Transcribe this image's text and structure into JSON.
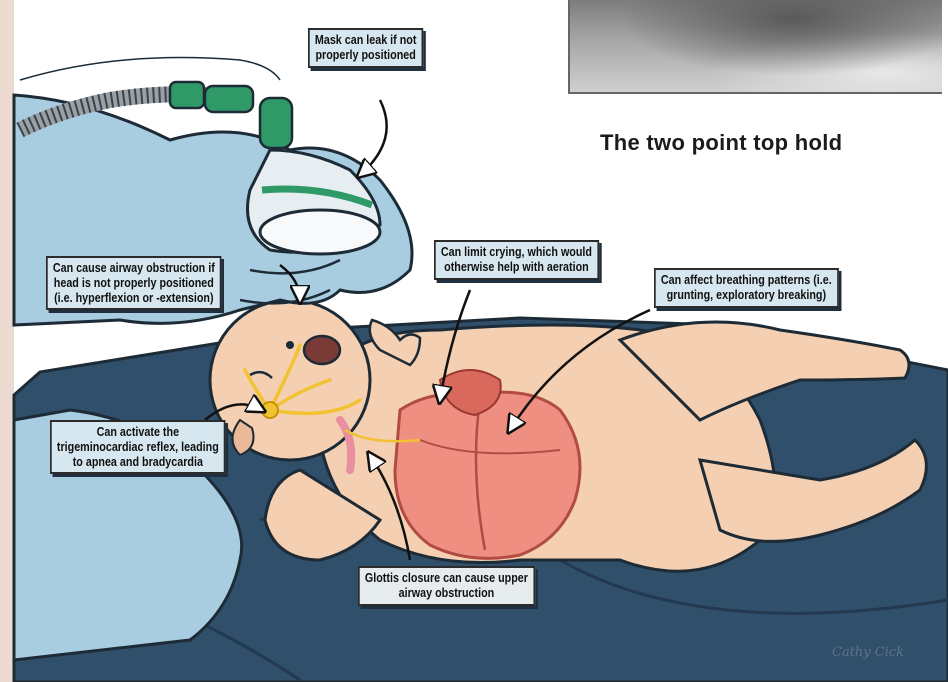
{
  "photo": {
    "caption": "The two point top hold"
  },
  "callouts": {
    "mask_leak": [
      "Mask can leak if not",
      "properly positioned"
    ],
    "airway_obstruction": [
      "Can cause airway obstruction if",
      "head is not properly positioned",
      "(i.e. hyperflexion or -extension)"
    ],
    "limit_crying": [
      "Can limit crying, which would",
      "otherwise help with aeration"
    ],
    "breathing_patterns": [
      "Can affect breathing patterns (i.e.",
      "grunting, exploratory breaking)"
    ],
    "trigeminocardiac": [
      "Can activate the",
      "trigeminocardiac reflex, leading",
      "to apnea and bradycardia"
    ],
    "glottis": [
      "Glottis closure can cause upper",
      "airway obstruction"
    ]
  },
  "signature": "Cathy Cick",
  "colors": {
    "glove": "#a9cde0",
    "glove_outline": "#1d2b36",
    "mask_green": "#2f9a68",
    "blanket": "#2f4f6b",
    "skin": "#f4cfb1",
    "lung": "#ef8f82",
    "nerve": "#f1c232",
    "callout_bg": "#d6e7ef"
  }
}
